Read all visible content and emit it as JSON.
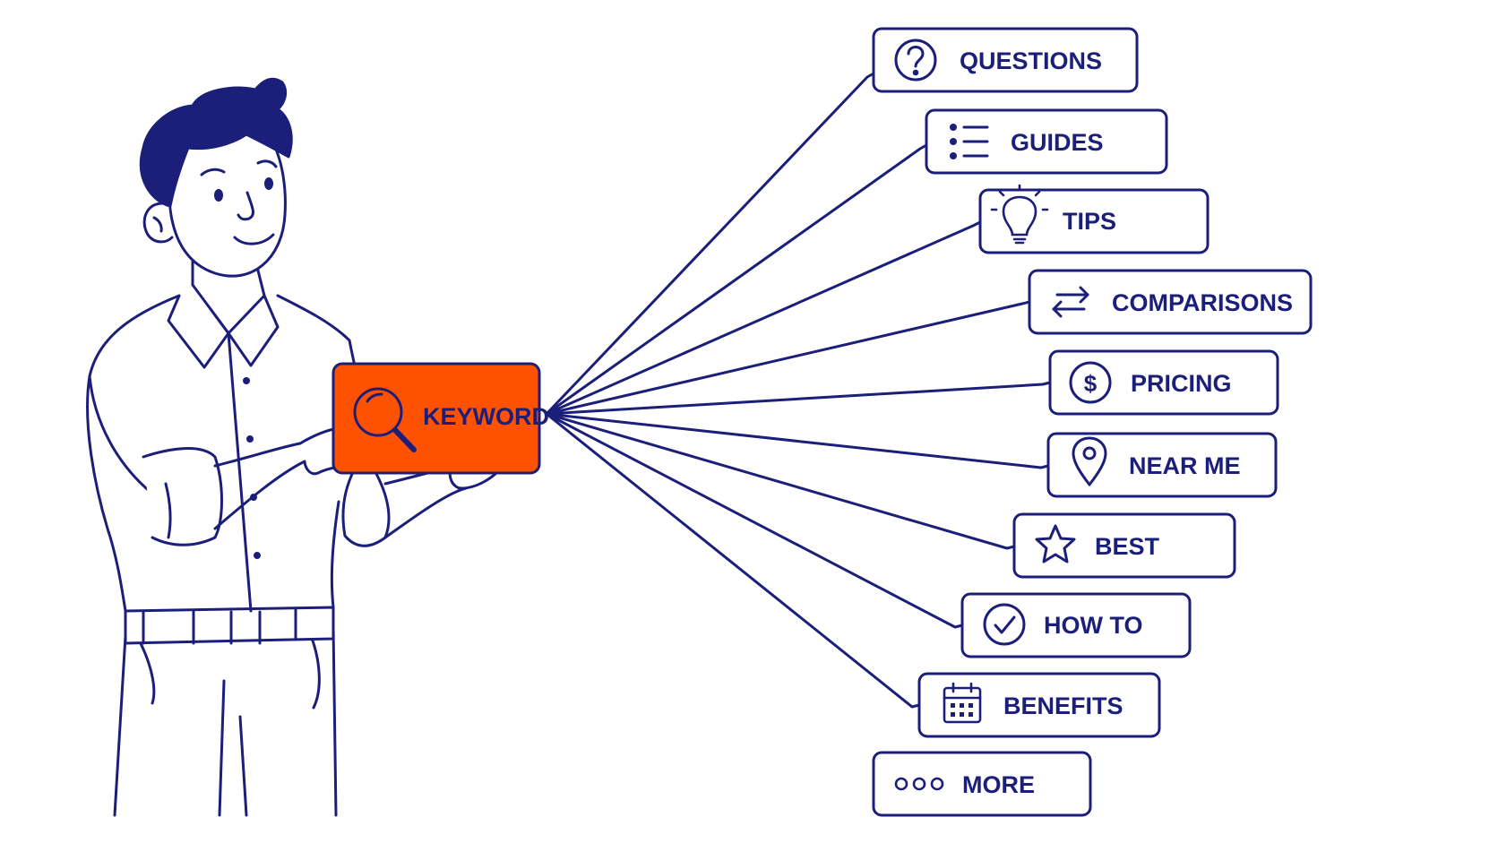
{
  "colors": {
    "ink": "#1b1f7a",
    "accent": "#ff5200",
    "background": "#ffffff"
  },
  "keyword": {
    "label": "KEYWORD",
    "icon": "magnifier-icon"
  },
  "items": [
    {
      "label": "QUESTIONS",
      "icon": "question-circle-icon"
    },
    {
      "label": "GUIDES",
      "icon": "list-icon"
    },
    {
      "label": "TIPS",
      "icon": "lightbulb-icon"
    },
    {
      "label": "COMPARISONS",
      "icon": "arrows-swap-icon"
    },
    {
      "label": "PRICING",
      "icon": "dollar-circle-icon"
    },
    {
      "label": "NEAR ME",
      "icon": "map-pin-icon"
    },
    {
      "label": "BEST",
      "icon": "star-icon"
    },
    {
      "label": "HOW TO",
      "icon": "check-circle-icon"
    },
    {
      "label": "BENEFITS",
      "icon": "calendar-icon"
    },
    {
      "label": "MORE",
      "icon": "more-dots-icon"
    }
  ]
}
